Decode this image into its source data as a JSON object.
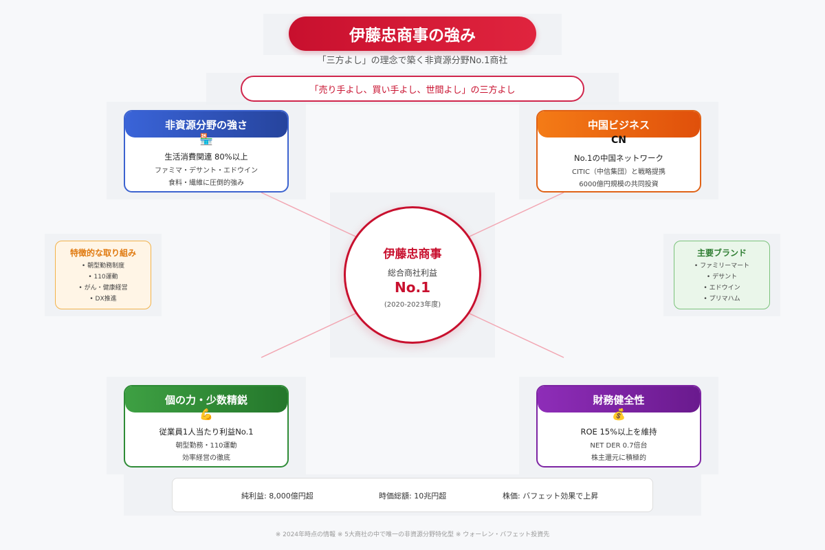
{
  "title": "伊藤忠商事の強み",
  "subtitle": "「三方よし」の理念で築く非資源分野No.1商社",
  "motto": "「売り手よし、買い手よし、世間よし」の三方よし",
  "center": {
    "name": "伊藤忠商事",
    "label": "総合商社利益",
    "rank": "No.1",
    "period": "(2020-2023年度)"
  },
  "cards": {
    "non_resource": {
      "title": "非資源分野の強さ",
      "icon": "convenience-store-icon",
      "glyph": "🏪",
      "line1": "生活消費関連 80%以上",
      "line2": "ファミマ・デサント・エドウイン",
      "line3": "食料・繊維に圧倒的強み",
      "color": "#2f55c5"
    },
    "china": {
      "title": "中国ビジネス",
      "icon": "cn-flag-icon",
      "glyph": "CN",
      "line1": "No.1の中国ネットワーク",
      "line2": "CITIC（中信集団）と戦略提携",
      "line3": "6000億円規模の共同投資",
      "color": "#e4631a"
    },
    "individual": {
      "title": "個の力・少数精鋭",
      "icon": "flexed-biceps-icon",
      "glyph": "💪",
      "line1": "従業員1人当たり利益No.1",
      "line2": "朝型勤務・110運動",
      "line3": "効率経営の徹底",
      "color": "#2f8a35"
    },
    "financial": {
      "title": "財務健全性",
      "icon": "money-bag-icon",
      "glyph": "💰",
      "line1": "ROE 15%以上を維持",
      "line2": "NET DER 0.7倍台",
      "line3": "株主還元に積極的",
      "color": "#7b22a0"
    }
  },
  "initiatives": {
    "title": "特徴的な取り組み",
    "items": [
      "• 朝型勤務制度",
      "• 110運動",
      "• がん・健康経営",
      "• DX推進"
    ]
  },
  "brands": {
    "title": "主要ブランド",
    "items": [
      "• ファミリーマート",
      "• デサント",
      "• エドウイン",
      "• プリマハム"
    ]
  },
  "stats": {
    "profit": "純利益: 8,000億円超",
    "market_cap": "時価総額: 10兆円超",
    "stock": "株価: バフェット効果で上昇"
  },
  "footer": "※ 2024年時点の情報 ※ 5大商社の中で唯一の非資源分野特化型 ※ ウォーレン・バフェット投資先",
  "colors": {
    "accent": "#c8102e",
    "initiatives": "#f0a020",
    "brands": "#5cb85c"
  }
}
